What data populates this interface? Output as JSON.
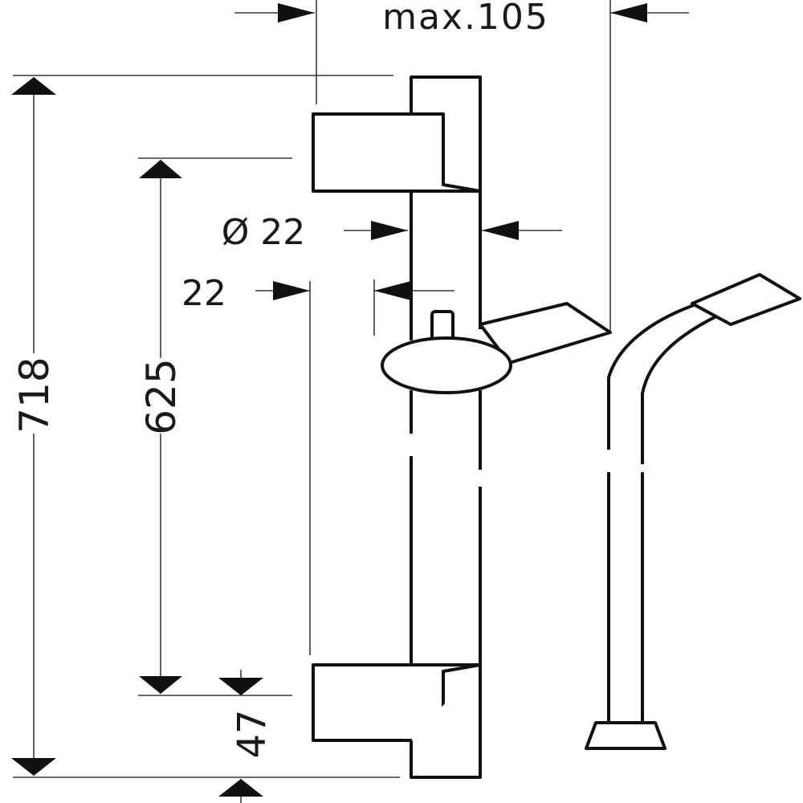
{
  "drawing": {
    "dimensions": {
      "max_projection": "max.105",
      "overall_height": "718",
      "bracket_spacing": "625",
      "rail_diameter": "Ø 22",
      "wall_offset": "22",
      "bracket_offset": "47"
    },
    "colors": {
      "line": "#111111",
      "background": "#ffffff"
    }
  }
}
